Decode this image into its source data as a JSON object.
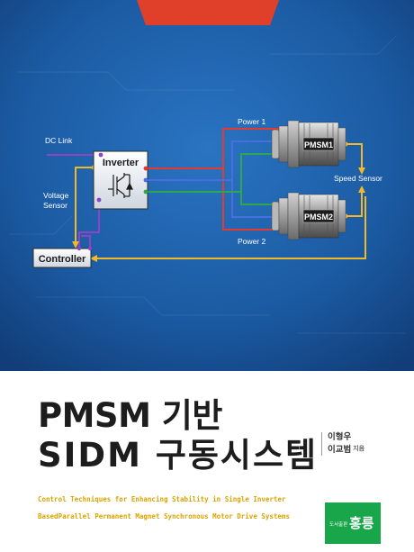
{
  "diagram": {
    "dc_link": "DC Link",
    "voltage_sensor_line1": "Voltage",
    "voltage_sensor_line2": "Sensor",
    "inverter": "Inverter",
    "controller": "Controller",
    "power1": "Power 1",
    "power2": "Power 2",
    "motor1": "PMSM1",
    "motor2": "PMSM2",
    "speed_sensor": "Speed Sensor"
  },
  "book": {
    "title_line1": "PMSM 기반",
    "title_line2": "SIDM 구동시스템",
    "authors": [
      "이형우",
      "이교범"
    ],
    "author_role": "지음",
    "subtitle_line1": "Control Techniques for Enhancing Stability in Single Inverter",
    "subtitle_line2": "BasedParallel Permanent Magnet Synchronous Motor Drive Systems",
    "publisher_small": "도서출판",
    "publisher_name": "홍릉"
  },
  "colors": {
    "background_top": "#1b5ba3",
    "accent_red": "#e0402a",
    "title_text": "#1d1d1d",
    "subtitle_text": "#d9a400",
    "publisher_bg": "#19a54a",
    "wire_red": "#e53a30",
    "wire_blue": "#4a6ee0",
    "wire_green": "#2ea84a",
    "wire_purple": "#8f44c6",
    "wire_yellow": "#f0b82a"
  }
}
